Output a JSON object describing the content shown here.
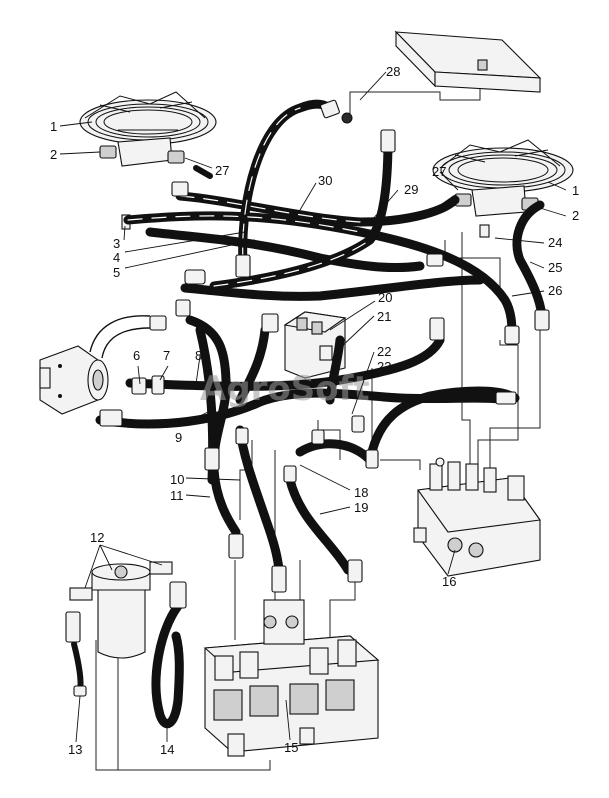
{
  "diagram": {
    "callouts": [
      {
        "id": "c1a",
        "text": "1"
      },
      {
        "id": "c1b",
        "text": "1"
      },
      {
        "id": "c2a",
        "text": "2"
      },
      {
        "id": "c2b",
        "text": "2"
      },
      {
        "id": "c3",
        "text": "3"
      },
      {
        "id": "c4",
        "text": "4"
      },
      {
        "id": "c5",
        "text": "5"
      },
      {
        "id": "c6",
        "text": "6"
      },
      {
        "id": "c7",
        "text": "7"
      },
      {
        "id": "c8",
        "text": "8"
      },
      {
        "id": "c9",
        "text": "9"
      },
      {
        "id": "c10",
        "text": "10"
      },
      {
        "id": "c11",
        "text": "11"
      },
      {
        "id": "c12",
        "text": "12"
      },
      {
        "id": "c13",
        "text": "13"
      },
      {
        "id": "c14",
        "text": "14"
      },
      {
        "id": "c15",
        "text": "15"
      },
      {
        "id": "c16",
        "text": "16"
      },
      {
        "id": "c18",
        "text": "18"
      },
      {
        "id": "c19",
        "text": "19"
      },
      {
        "id": "c20",
        "text": "20"
      },
      {
        "id": "c21",
        "text": "21"
      },
      {
        "id": "c22",
        "text": "22"
      },
      {
        "id": "c23",
        "text": "23"
      },
      {
        "id": "c24",
        "text": "24"
      },
      {
        "id": "c25",
        "text": "25"
      },
      {
        "id": "c26",
        "text": "26"
      },
      {
        "id": "c27a",
        "text": "27"
      },
      {
        "id": "c27b",
        "text": "27"
      },
      {
        "id": "c28",
        "text": "28"
      },
      {
        "id": "c29",
        "text": "29"
      },
      {
        "id": "c30",
        "text": "30"
      }
    ],
    "watermark": "AgroSoft"
  }
}
